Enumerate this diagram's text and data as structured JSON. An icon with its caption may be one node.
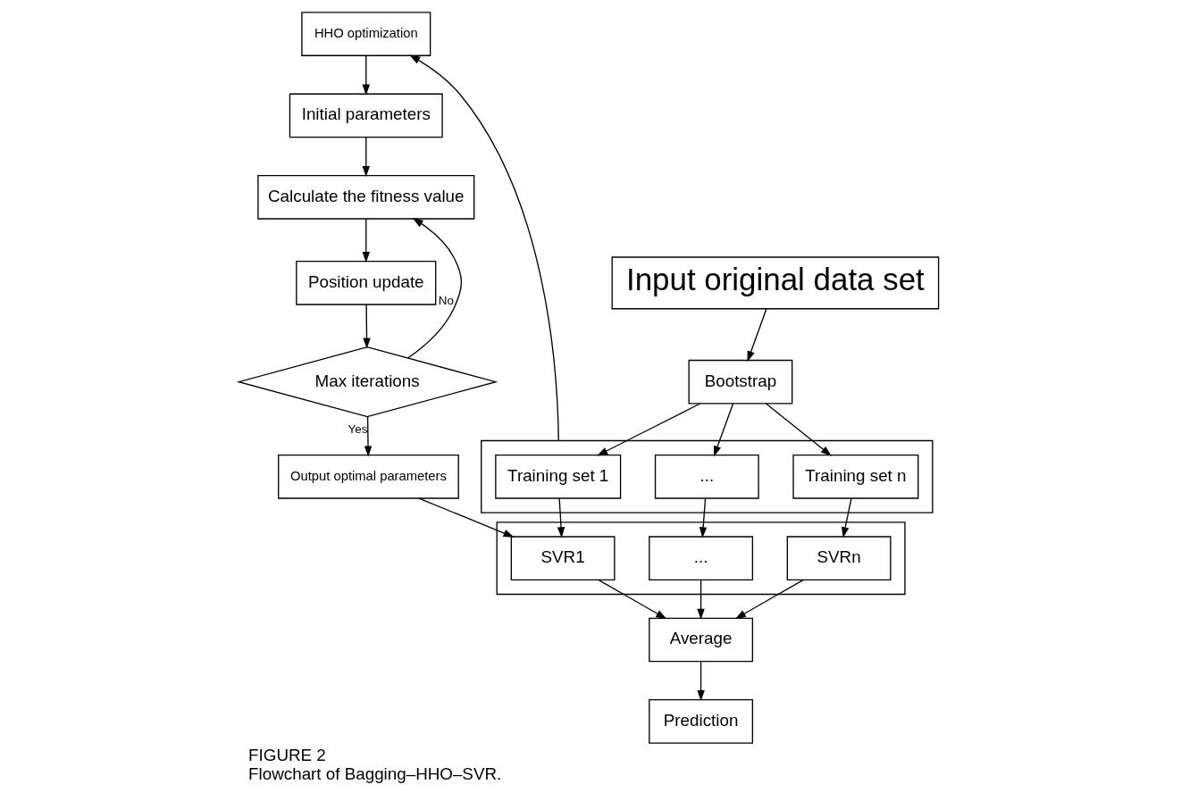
{
  "diagram": {
    "title": "FIGURE 2",
    "caption": "Flowchart of Bagging–HHO–SVR.",
    "nodes": [
      {
        "text": [
          "HHO optimization"
        ]
      },
      {
        "text": [
          "Initial parameters"
        ]
      },
      {
        "text": [
          "Calculate the fitness value"
        ]
      },
      {
        "text": [
          "Position update"
        ]
      },
      {
        "text": [
          "Max iterations"
        ]
      },
      {
        "text": [
          "Output optimal parameters"
        ]
      },
      {
        "text": [
          "Input original data set"
        ]
      },
      {
        "text": [
          "Bootstrap"
        ]
      },
      {
        "text": [],
        "shape": "box"
      },
      {
        "text": [
          "Training set 1"
        ],
        "in": 8
      },
      {
        "text": [
          "..."
        ],
        "in": 8
      },
      {
        "text": [
          "Training set n"
        ],
        "in": 8
      },
      {
        "text": [],
        "shape": "box"
      },
      {
        "text": [
          "SVR1"
        ],
        "in": 12
      },
      {
        "text": [
          "..."
        ],
        "in": 12
      },
      {
        "text": [
          "SVRn"
        ],
        "in": 12
      },
      {
        "text": [
          "Average"
        ]
      },
      {
        "text": [
          "Prediction"
        ]
      }
    ],
    "edges": [
      {
        "from": 0,
        "to": 1,
        "arrow": "to"
      },
      {
        "from": 1,
        "to": 2,
        "arrow": "to"
      },
      {
        "from": 2,
        "to": 3,
        "arrow": "to"
      },
      {
        "from": 3,
        "to": 4,
        "arrow": "to"
      },
      {
        "from": 4,
        "to": 2,
        "arrow": "to",
        "label": "No"
      },
      {
        "from": 4,
        "to": 5,
        "arrow": "to",
        "label": "Yes"
      },
      {
        "from": 5,
        "to": 13,
        "arrow": "to"
      },
      {
        "from": 8,
        "to": 0,
        "arrow": "to"
      },
      {
        "from": 6,
        "to": 7,
        "arrow": "to"
      },
      {
        "from": 7,
        "to": 9,
        "arrow": "to"
      },
      {
        "from": 7,
        "to": 10,
        "arrow": "to"
      },
      {
        "from": 7,
        "to": 11,
        "arrow": "to"
      },
      {
        "from": 9,
        "to": 13,
        "arrow": "to"
      },
      {
        "from": 10,
        "to": 14,
        "arrow": "to"
      },
      {
        "from": 11,
        "to": 15,
        "arrow": "to"
      },
      {
        "from": 13,
        "to": 16,
        "arrow": "to"
      },
      {
        "from": 14,
        "to": 16,
        "arrow": "to"
      },
      {
        "from": 15,
        "to": 16,
        "arrow": "to"
      },
      {
        "from": 16,
        "to": 17,
        "arrow": "to"
      }
    ]
  }
}
